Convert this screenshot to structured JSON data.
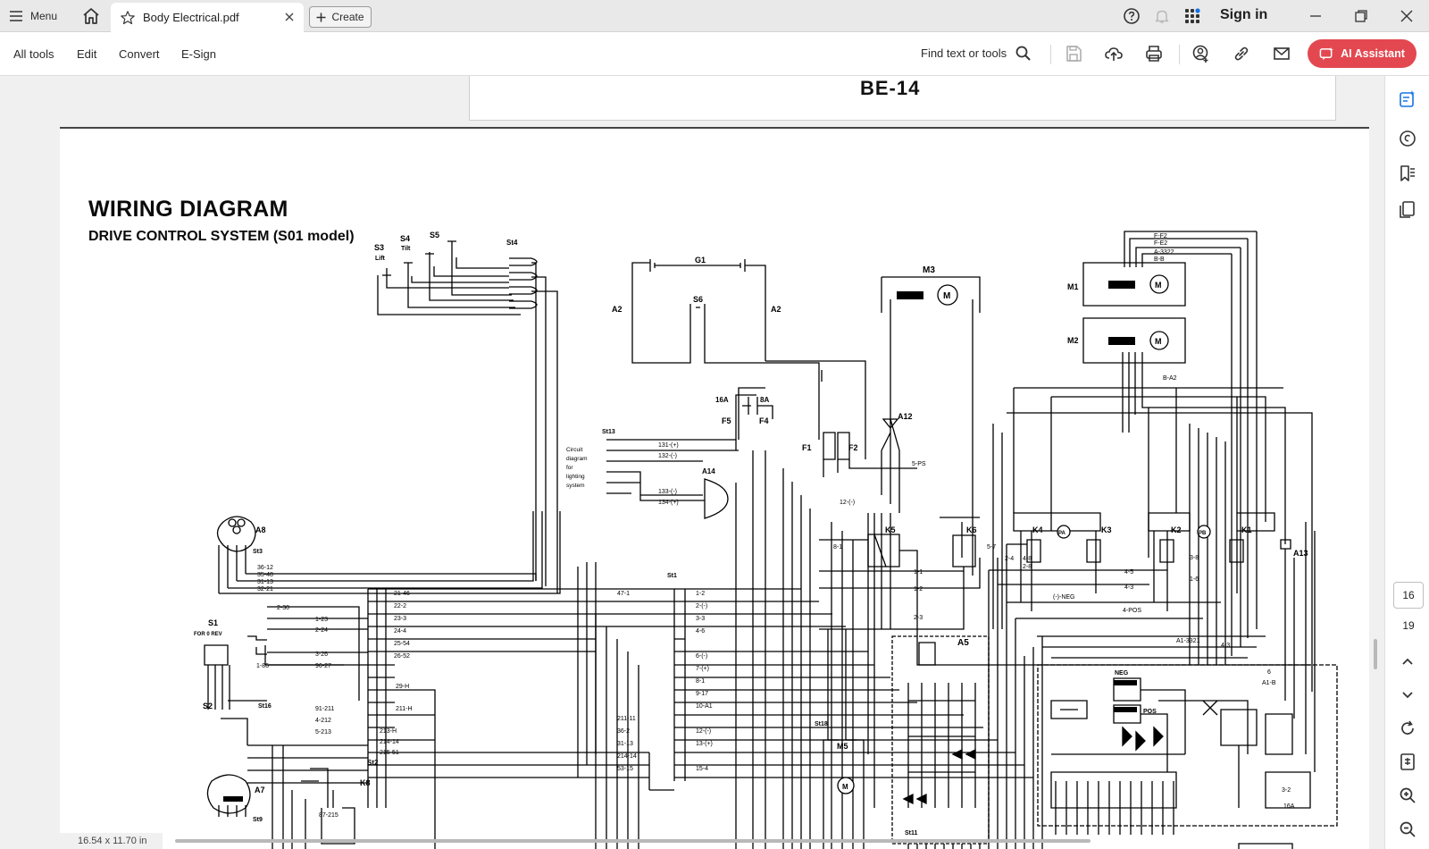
{
  "tabbar": {
    "menu_label": "Menu",
    "doc_tab_title": "Body Electrical.pdf",
    "create_label": "Create",
    "signin_label": "Sign in"
  },
  "toolbar": {
    "items": [
      "All tools",
      "Edit",
      "Convert",
      "E-Sign"
    ],
    "find_label": "Find text or tools",
    "ai_label": "AI Assistant"
  },
  "document": {
    "prev_page_number": "BE-14",
    "title": "WIRING DIAGRAM",
    "subtitle": "DRIVE CONTROL SYSTEM (S01 model)",
    "page_size_label": "16.54 x 11.70 in",
    "labels": {
      "s3": "S3",
      "s3_sub": "Lift",
      "s4": "S4",
      "s4_sub": "Tilt",
      "s5": "S5",
      "st4": "St4",
      "g1": "G1",
      "a2_left": "A2",
      "a2_right": "A2",
      "s6": "S6",
      "m3": "M3",
      "m1": "M1",
      "m2": "M2",
      "a12": "A12",
      "f5": "F5",
      "f4": "F4",
      "f1": "F1",
      "f2": "F2",
      "fuse16a": "16A",
      "fuse8a": "8A",
      "st13": "St13",
      "circuit1": "Circuit",
      "circuit2": "diagram",
      "circuit3": "for",
      "circuit4": "lighting",
      "circuit5": "system",
      "a14": "A14",
      "a8": "A8",
      "st3": "St3",
      "s1": "S1",
      "s1_sub": "FOR 0 REV",
      "s2": "S2",
      "st16": "St16",
      "st1": "St1",
      "st2": "St2",
      "k8": "K8",
      "a7": "A7",
      "st9": "St9",
      "k5": "K5",
      "k6": "K6",
      "a5": "A5",
      "st18": "St18",
      "m5": "M5",
      "st11": "St11",
      "k4": "K4",
      "k3": "K3",
      "k2": "K2",
      "k1": "K1",
      "a13": "A13",
      "pa": "PA",
      "pb": "PB",
      "neg": "NEG",
      "pos": "POS",
      "motor": "M",
      "w_131": "131-(+)",
      "w_132": "132-(-)",
      "w_133": "133-(-)",
      "w_134": "134-(+)",
      "w_36_12": "36-12",
      "w_35_48": "35-48",
      "w_31_13": "31-13",
      "w_32_21": "32-21",
      "w_21_46": "21-46",
      "w_22_2": "22-2",
      "w_23_3": "23-3",
      "w_24_4": "24-4",
      "w_25_54": "25-54",
      "w_26_52": "26-52",
      "w_47_1": "47-1",
      "w_1_2": "1-2",
      "w_2_neg": "2-(-)",
      "w_3_3": "3-3",
      "w_4_6": "4-6",
      "w_6_neg": "6-(-)",
      "w_7_pos": "7-(+)",
      "w_8_1": "8-1",
      "w_9_17": "9-17",
      "w_10_a1": "10-A1",
      "w_211_11": "211-11",
      "w_36_2": "36-2",
      "w_31_13b": "31-13",
      "w_214_14": "214-14",
      "w_53_15": "53-15",
      "w_12_neg": "12-(-)",
      "w_13_pos": "13-(+)",
      "w_15_4": "15-4",
      "w_5_ps": "5-PS",
      "w_12_neg2": "12-(-)",
      "w_8_1b": "8-1",
      "w_1_1": "1-1",
      "w_1_2b": "1-2",
      "w_2_3": "2-3",
      "w_4_5": "4-5",
      "w_4_3": "4-3",
      "w_neg_neg": "(-)-NEG",
      "w_4_pos": "4-POS",
      "w_a1_3321": "A1-3321",
      "w_3_8": "3-8",
      "w_1_6": "1-6",
      "w_f_f2": "F-F2",
      "w_f_e2": "F-E2",
      "w_a_3322": "A-3322",
      "w_b_b": "B-B",
      "w_b_a2": "B-A2",
      "w_2_30": "2-30",
      "w_1_23": "1-23",
      "w_2_24": "2-24",
      "w_3_26": "3-26",
      "w_1_86": "1-86",
      "w_96_27": "96-27",
      "w_91_211": "91-211",
      "w_4_212": "4-212",
      "w_5_213": "5-213",
      "w_29_h": "29-H",
      "w_211_h": "211-H",
      "w_213_h": "213-H",
      "w_214_14b": "214-14",
      "w_215_51": "215-51",
      "w_87_215": "87-215",
      "w_3_2": "3-2",
      "w_16a": "16A",
      "w_4_8": "4-8",
      "w_2_8": "2-8",
      "w_2_4": "2-4",
      "w_5_7": "5-7",
      "w_6": "6",
      "w_a1_b": "A1-B",
      "w_4_3b": "4-3"
    }
  },
  "rail": {
    "page_current": "16",
    "page_total": "19"
  }
}
